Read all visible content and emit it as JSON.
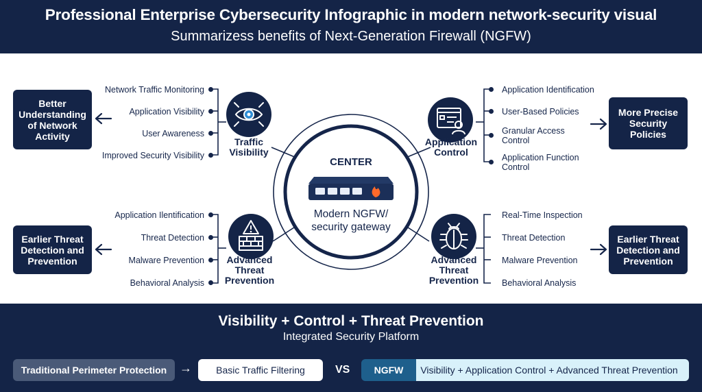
{
  "header": {
    "title": "Professional Enterprise Cybersecurity Infographic in modern network-security visual",
    "subtitle": "Summarizess benefits of Next-Generation Firewall (NGFW)"
  },
  "center": {
    "label": "CENTER",
    "description": "Modern NGFW/ security gateway"
  },
  "traffic_visibility": {
    "label": "Traffic Visibility",
    "items": [
      "Network Traffic Monitoring",
      "Application Visibility",
      "User Awareness",
      "Improved Security Visibility"
    ],
    "outcome": "Better Understanding of Network Activity"
  },
  "application_control": {
    "label": "Application Control",
    "items": [
      "Application Identification",
      "User-Based Policies",
      "Granular Access Control",
      "Application Function Control"
    ],
    "outcome": "More Precise Security Policies"
  },
  "threat_prevention_left": {
    "label": "Advanced Threat Prevention",
    "items": [
      "Application Ilentification",
      "Threat Detection",
      "Malware Prevention",
      "Behavioral Analysis"
    ],
    "outcome": "Earlier Threat Detection and Prevention"
  },
  "threat_prevention_right": {
    "label": "Advanced Threat Prevention",
    "items": [
      "Real-Time Inspection",
      "Threat Detection",
      "Malware Prevention",
      "Behavioral Analysis"
    ],
    "outcome": "Earlier Threat Detection and Prevention"
  },
  "footer": {
    "title": "Visibility + Control + Threat Prevention",
    "subtitle": "Integrated Security Platform",
    "traditional": "Traditional Perimeter Protection",
    "arrow": "→",
    "basic": "Basic Traffic Filtering",
    "vs": "VS",
    "ngfw": "NGFW",
    "ngfw_full": "Visibility + Application Control + Advanced Threat Prevention"
  },
  "colors": {
    "navy": "#142447",
    "text": "#15254a",
    "accent_blue": "#1e5f8c",
    "light_cyan": "#d8f1fa",
    "flame": "#ff6a2a"
  },
  "icons": {
    "traffic_visibility": "eye-icon",
    "application_control": "dashboard-user-icon",
    "threat_prevention_left": "firewall-alert-icon",
    "threat_prevention_right": "bug-shield-icon",
    "center": "firewall-appliance-icon"
  }
}
